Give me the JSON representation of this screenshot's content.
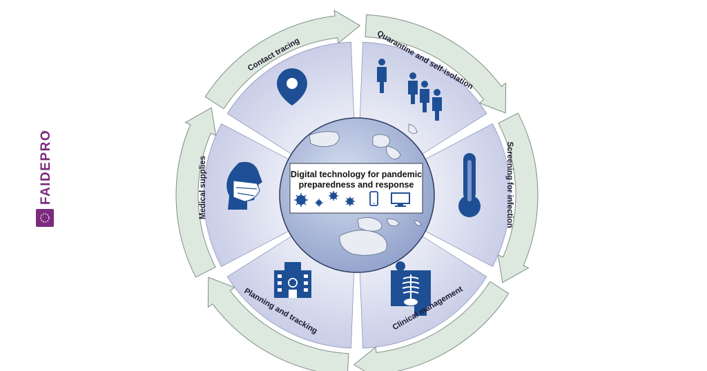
{
  "brand": {
    "name": "FAIDEPRO",
    "registered_mark": "®",
    "color": "#7b2b7e"
  },
  "center": {
    "title_line1": "Digital technology for pandemic",
    "title_line2": "preparedness and response"
  },
  "segments": [
    {
      "id": "contact-tracing",
      "label": "Contact tracing",
      "icon": "location-pin-icon"
    },
    {
      "id": "quarantine",
      "label": "Quarantine and self-isolation",
      "icon": "people-icon"
    },
    {
      "id": "screening",
      "label": "Screening for infection",
      "icon": "thermometer-icon"
    },
    {
      "id": "clinical",
      "label": "Clinical management",
      "icon": "xray-icon"
    },
    {
      "id": "planning",
      "label": "Planning and tracking",
      "icon": "hospital-icon"
    },
    {
      "id": "medical-supplies",
      "label": "Medical supplies",
      "icon": "face-mask-icon"
    }
  ],
  "colors": {
    "segment_fill": "#c7cbe6",
    "segment_fill_inner": "#e8eaf5",
    "arrow_fill": "#dde9df",
    "arrow_stroke": "#7c8f84",
    "icon_blue": "#1e4f95",
    "globe_water": "#aab8d8",
    "globe_land": "#e9ecf2"
  }
}
